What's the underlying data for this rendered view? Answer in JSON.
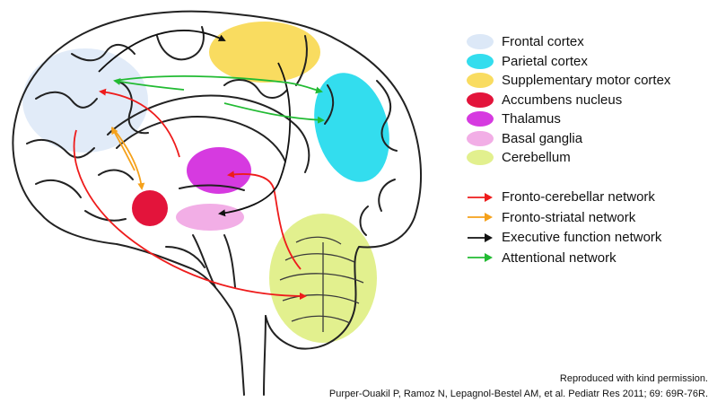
{
  "regions": [
    {
      "key": "frontal",
      "label": "Frontal cortex",
      "color": "#dce8f7"
    },
    {
      "key": "parietal",
      "label": "Parietal cortex",
      "color": "#33ddee"
    },
    {
      "key": "sma",
      "label": "Supplementary motor cortex",
      "color": "#f9dc60"
    },
    {
      "key": "accumbens",
      "label": "Accumbens nucleus",
      "color": "#e3143b"
    },
    {
      "key": "thalamus",
      "label": "Thalamus",
      "color": "#d63ae0"
    },
    {
      "key": "basal",
      "label": "Basal ganglia",
      "color": "#f2aee6"
    },
    {
      "key": "cerebellum",
      "label": "Cerebellum",
      "color": "#e2f08e"
    }
  ],
  "networks": [
    {
      "key": "fronto-cerebellar",
      "label": "Fronto-cerebellar network",
      "color": "#ee1c1c"
    },
    {
      "key": "fronto-striatal",
      "label": "Fronto-striatal network",
      "color": "#f5a11a"
    },
    {
      "key": "executive",
      "label": "Executive function network",
      "color": "#111111"
    },
    {
      "key": "attentional",
      "label": "Attentional network",
      "color": "#22bb33"
    }
  ],
  "credit": {
    "line1": "Reproduced with kind permission.",
    "line2": "Purper-Ouakil P, Ramoz N, Lepagnol-Bestel AM, et al. Pediatr Res 2011; 69: 69R-76R."
  }
}
